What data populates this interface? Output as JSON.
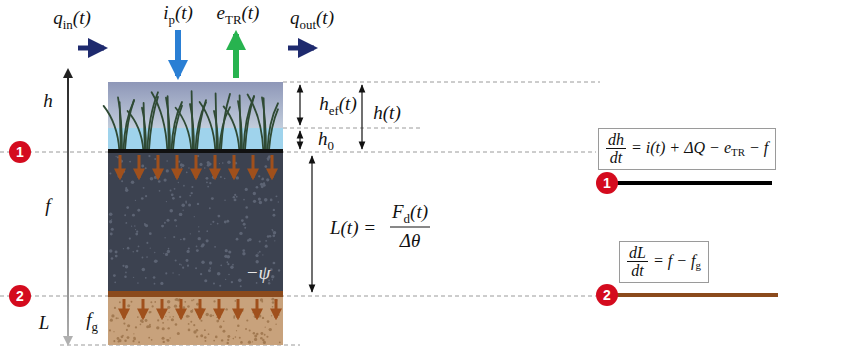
{
  "diagram": {
    "nodes": [
      {
        "text": [
          "dh",
          "dt",
          "= i(t) + ΔQ − eTR − f"
        ]
      },
      {
        "text": [
          "1"
        ]
      },
      {
        "text": [
          "1"
        ]
      },
      {
        "text": [
          "dL",
          "dt",
          "= f − fg"
        ]
      },
      {
        "text": [
          "2"
        ]
      },
      {
        "text": [
          "2"
        ]
      }
    ],
    "labels": [
      "qin(t)",
      "ip(t)",
      "eTR(t)",
      "qout(t)",
      "h",
      "hef(t)",
      "h(t)",
      "h0",
      "f",
      "L(t) =",
      "Fd(t)",
      "Δθ",
      "−ψ",
      "L",
      "fg"
    ]
  }
}
